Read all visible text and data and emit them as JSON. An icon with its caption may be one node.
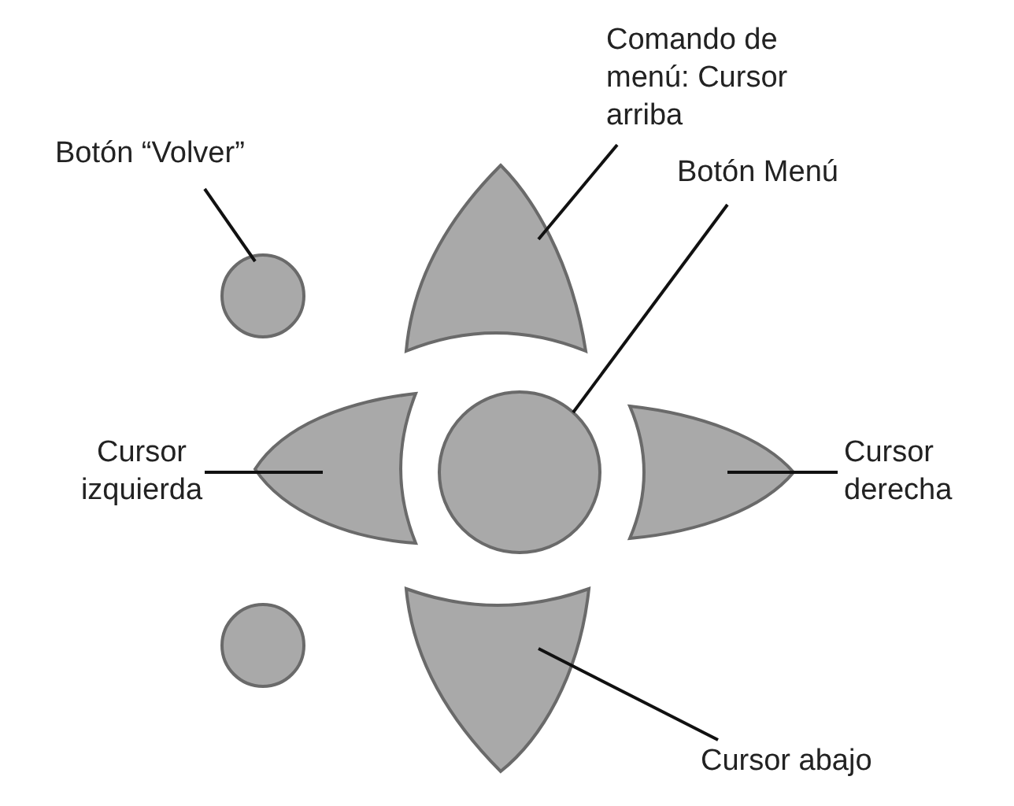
{
  "diagram": {
    "nodes": [
      {
        "text": [
          "Botón “Volver”"
        ]
      },
      {
        "text": [
          "Comando de menú: Cursor arriba"
        ]
      },
      {
        "text": [
          "Botón Menú"
        ]
      },
      {
        "text": [
          "Cursor izquierda"
        ]
      },
      {
        "text": [
          "Cursor derecha"
        ]
      },
      {
        "text": [
          "Cursor abajo"
        ]
      },
      {
        "text": [],
        "shape": "circle"
      },
      {
        "text": [],
        "shape": "button"
      },
      {
        "text": [],
        "shape": "button"
      },
      {
        "text": [],
        "shape": "circle"
      },
      {
        "text": [],
        "shape": "button"
      },
      {
        "text": [],
        "shape": "circle"
      },
      {
        "text": [],
        "shape": "button"
      }
    ],
    "edges": [
      {
        "from": 0,
        "to": 6,
        "arrow": "none"
      },
      {
        "from": 1,
        "to": 7,
        "arrow": "none"
      },
      {
        "from": 2,
        "to": 9,
        "arrow": "none"
      },
      {
        "from": 3,
        "to": 8,
        "arrow": "none"
      },
      {
        "from": 4,
        "to": 10,
        "arrow": "none"
      },
      {
        "from": 5,
        "to": 12,
        "arrow": "none"
      }
    ]
  }
}
